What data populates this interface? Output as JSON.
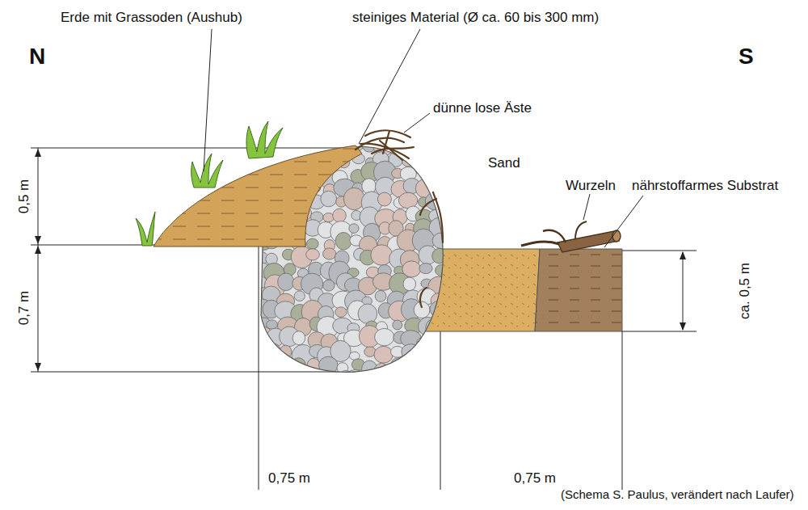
{
  "diagram": {
    "caption": "(Schema S. Paulus, verändert nach Laufer)",
    "labels": [
      "Erde mit Grassoden (Aushub)",
      "steiniges Material (Ø ca. 60 bis 300 mm)",
      "N",
      "S",
      "dünne lose Äste",
      "Sand",
      "Wurzeln",
      "nährstoffarmes Substrat",
      "0,5 m",
      "0,7 m",
      "ca. 0,5 m",
      "0,75 m",
      "0,75 m"
    ]
  }
}
